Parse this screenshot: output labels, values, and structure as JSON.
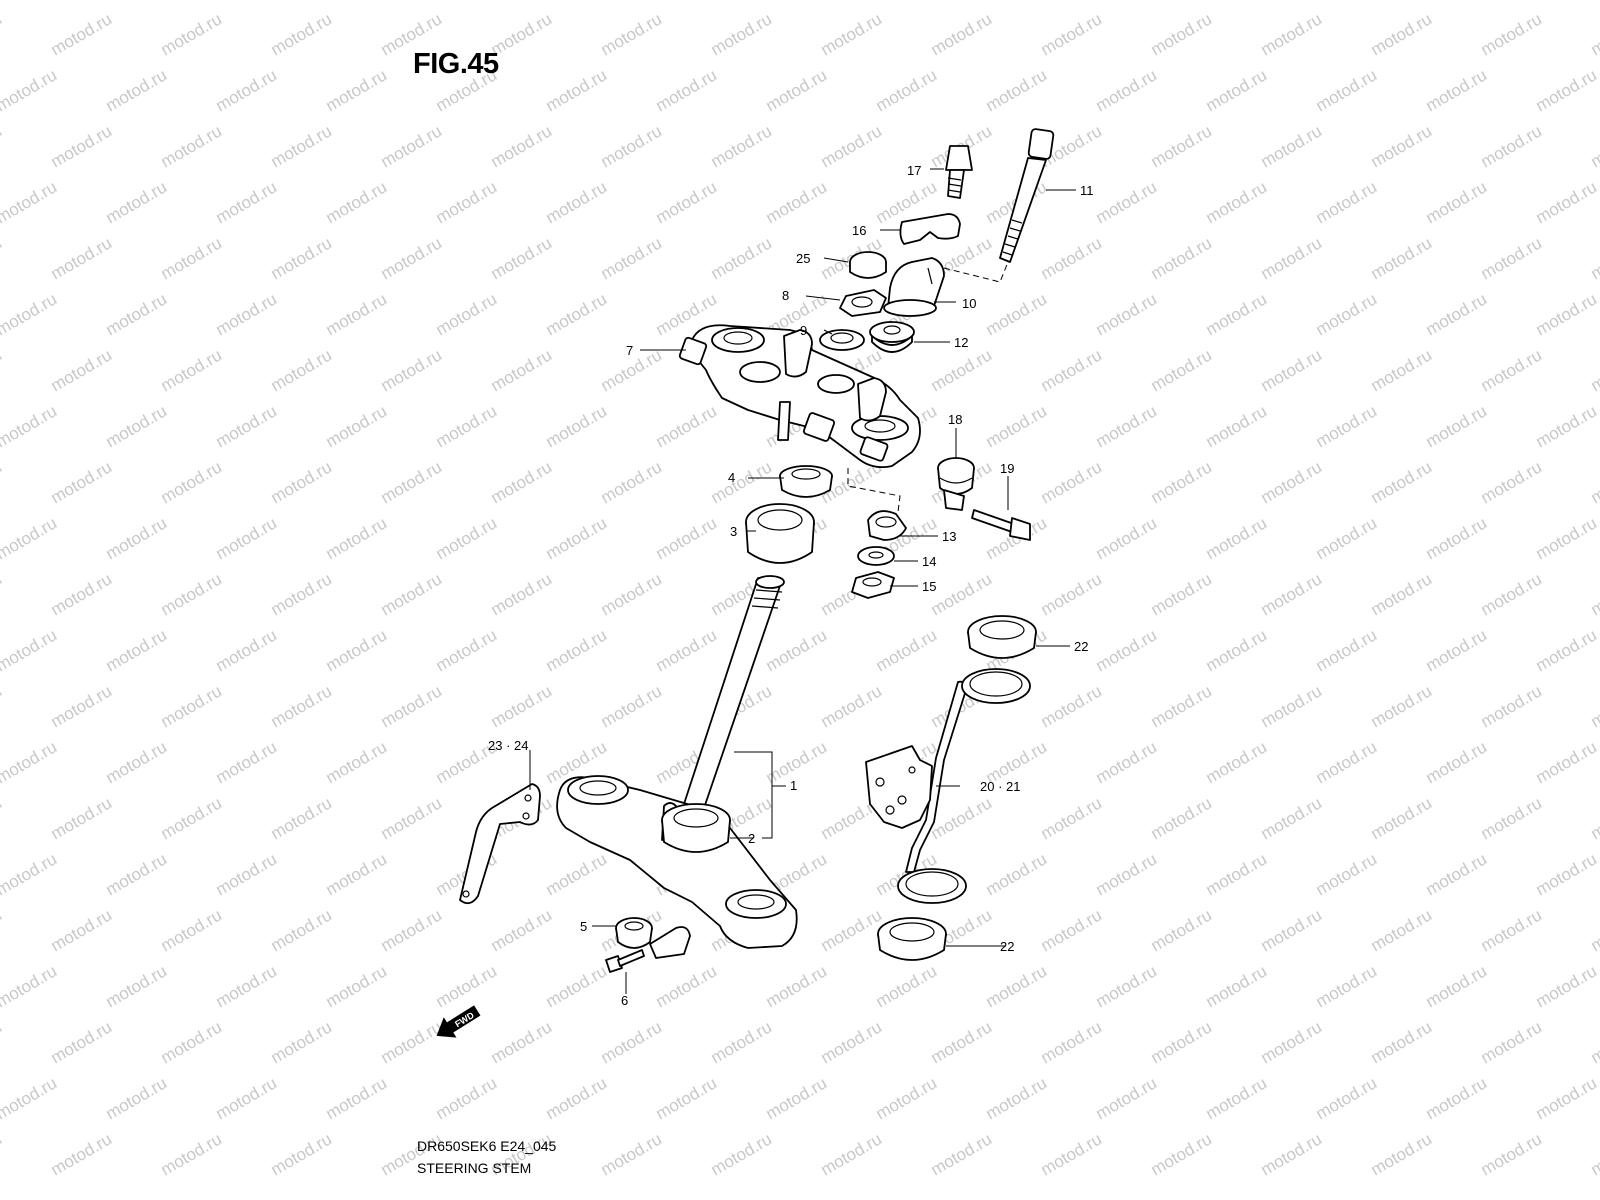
{
  "figure": {
    "title": "FIG.45",
    "code": "DR650SEK6 E24_045",
    "name": "STEERING STEM"
  },
  "watermark": {
    "text": "motod.ru",
    "color": "#c8c8c8"
  },
  "direction_marker": {
    "label": "FWD",
    "icon": "forward-arrow-icon"
  },
  "callouts": {
    "c1": "1",
    "c2": "2",
    "c3": "3",
    "c4": "4",
    "c5": "5",
    "c6": "6",
    "c7": "7",
    "c8": "8",
    "c9": "9",
    "c10": "10",
    "c11": "11",
    "c12": "12",
    "c13": "13",
    "c14": "14",
    "c15": "15",
    "c16": "16",
    "c17": "17",
    "c18": "18",
    "c19": "19",
    "c20_21": "20 · 21",
    "c22_upper": "22",
    "c22_lower": "22",
    "c23_24": "23 · 24",
    "c25": "25"
  }
}
